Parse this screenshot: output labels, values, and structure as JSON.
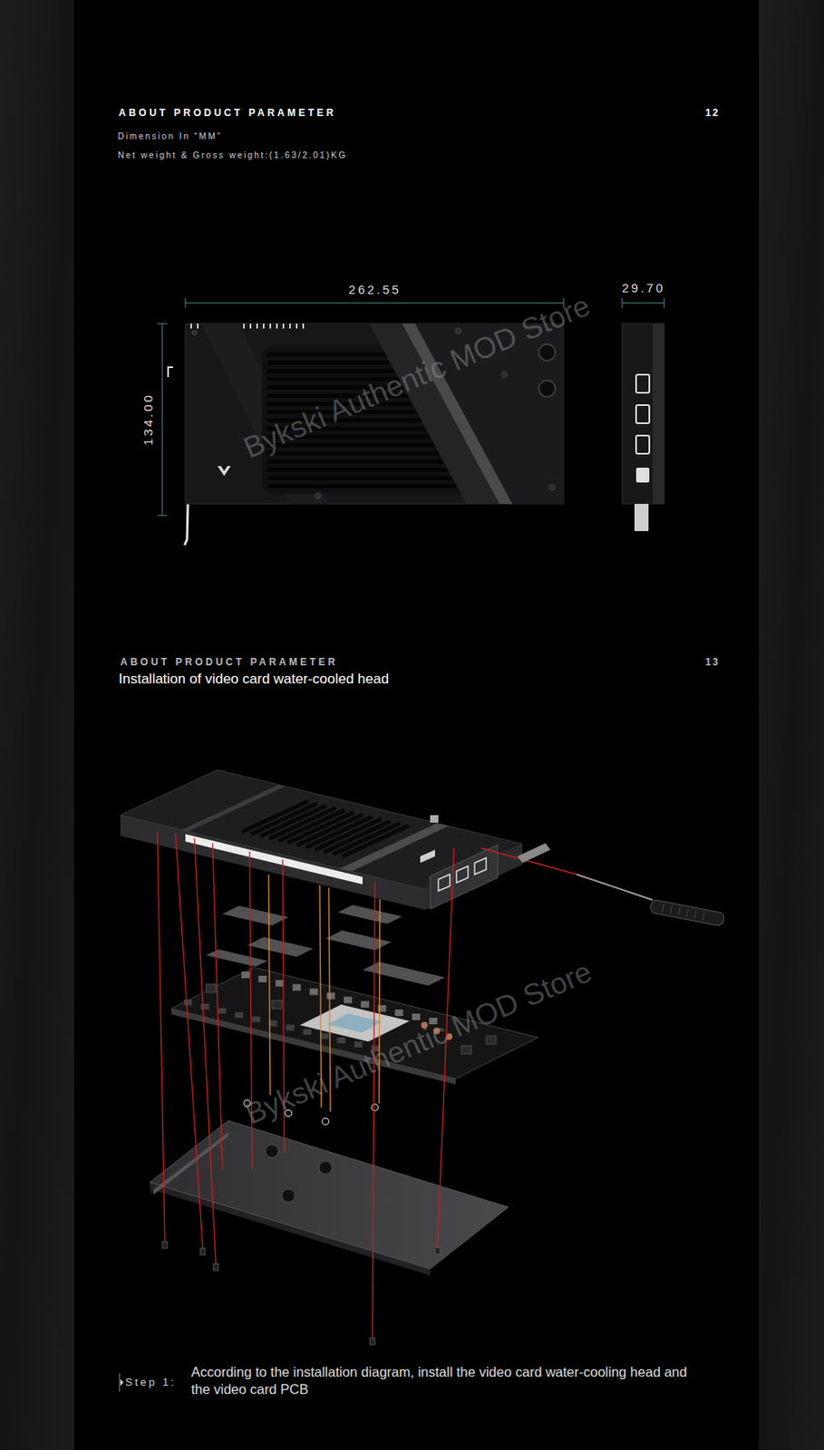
{
  "diagram": {
    "labels": [
      "ABOUT PRODUCT PARAMETER",
      "12",
      "Dimension In “MM”",
      "Net weight & Gross weight:(1.63/2.01)KG",
      "262.55",
      "29.70",
      "134.00",
      "Bykski Authentic MOD Store",
      "ABOUT PRODUCT PARAMETER",
      "13",
      "Installation of video card water-cooled head",
      "Bykski Authentic MOD Store",
      "Step 1:",
      "According to the installation diagram, install the video card water-cooling head and the video card PCB"
    ]
  }
}
